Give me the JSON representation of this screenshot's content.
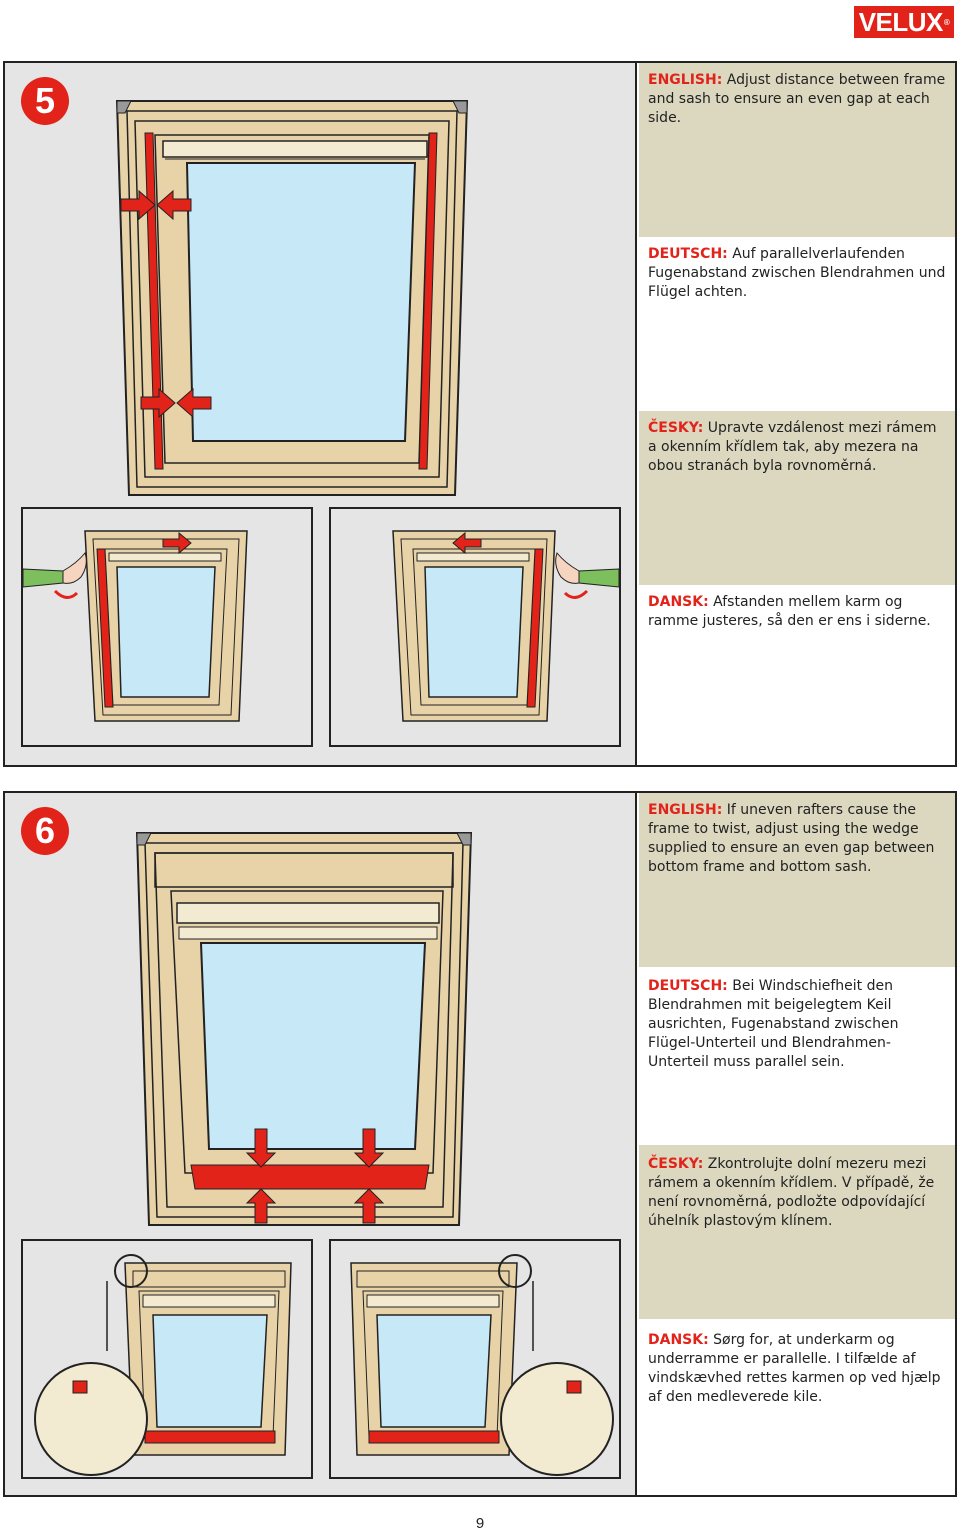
{
  "brand": {
    "logo_text": "VELUX",
    "logo_mark": "®",
    "color": "#e2231a"
  },
  "page_number": "9",
  "steps": [
    {
      "number": "5",
      "instructions": [
        {
          "lang": "ENGLISH:",
          "text": " Adjust distance between frame and sash to ensure an even gap at each side."
        },
        {
          "lang": "DEUTSCH:",
          "text": " Auf parallelverlaufenden Fugenabstand zwischen Blendrahmen und Flügel achten."
        },
        {
          "lang": "ČESKY:",
          "text": " Upravte vzdálenost mezi rámem a okenním křídlem tak, aby mezera na obou stranách byla rovnoměrná."
        },
        {
          "lang": "DANSK:",
          "text": " Afstanden mellem karm og ramme justeres, så den er ens i siderne."
        }
      ]
    },
    {
      "number": "6",
      "instructions": [
        {
          "lang": "ENGLISH:",
          "text": " If uneven rafters cause the frame to twist, adjust using the wedge supplied to ensure an even gap between bottom frame and bottom sash."
        },
        {
          "lang": "DEUTSCH:",
          "text": " Bei Windschiefheit den Blendrahmen mit beigelegtem Keil ausrichten, Fugenabstand zwischen Flügel-Unterteil und Blendrahmen-Unterteil muss parallel sein."
        },
        {
          "lang": "ČESKY:",
          "text": " Zkontrolujte dolní mezeru mezi rámem a okenním křídlem. V případě, že není rovnoměrná, podložte odpovídající úhelník plastovým klínem."
        },
        {
          "lang": "DANSK:",
          "text": " Sørg for, at underkarm og underramme er parallelle. I tilfælde af vindskævhed rettes karmen op ved hjælp af den medleverede kile."
        }
      ]
    }
  ],
  "colors": {
    "accent": "#e2231a",
    "band": "#dcd8c0",
    "panel": "#e5e5e6",
    "glass": "#c7e8f7",
    "wood": "#e8d3a8"
  }
}
